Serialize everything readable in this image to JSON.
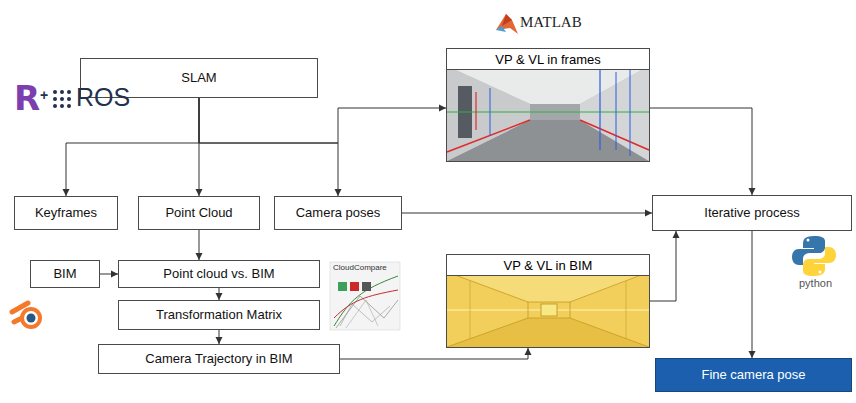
{
  "diagram": {
    "nodes": [
      {
        "text": [
          "SLAM"
        ]
      },
      {
        "text": [
          "Keyframes"
        ]
      },
      {
        "text": [
          "Point Cloud"
        ]
      },
      {
        "text": [
          "Camera poses"
        ]
      },
      {
        "text": [
          "BIM"
        ]
      },
      {
        "text": [
          "Point cloud vs. BIM"
        ]
      },
      {
        "text": [
          "Transformation Matrix"
        ]
      },
      {
        "text": [
          "Camera Trajectory in BIM"
        ]
      },
      {
        "text": [
          "VP & VL in frames"
        ]
      },
      {
        "text": [
          "VP & VL in BIM"
        ]
      },
      {
        "text": [
          "Iterative process"
        ]
      },
      {
        "text": [
          "Fine camera pose"
        ]
      }
    ],
    "edges": [
      {
        "from": 0,
        "to": 1,
        "arrow": "to"
      },
      {
        "from": 0,
        "to": 2,
        "arrow": "to"
      },
      {
        "from": 0,
        "to": 3,
        "arrow": "to"
      },
      {
        "from": 0,
        "to": 8,
        "arrow": "to"
      },
      {
        "from": 2,
        "to": 5,
        "arrow": "to"
      },
      {
        "from": 4,
        "to": 5,
        "arrow": "to"
      },
      {
        "from": 5,
        "to": 6,
        "arrow": "to"
      },
      {
        "from": 6,
        "to": 7,
        "arrow": "to"
      },
      {
        "from": 7,
        "to": 9,
        "arrow": "to"
      },
      {
        "from": 3,
        "to": 10,
        "arrow": "to"
      },
      {
        "from": 8,
        "to": 10,
        "arrow": "to"
      },
      {
        "from": 9,
        "to": 10,
        "arrow": "to"
      },
      {
        "from": 10,
        "to": 11,
        "arrow": "to"
      }
    ],
    "labels": [
      "MATLAB",
      "R",
      "+",
      "ROS",
      "CloudCompare",
      "python"
    ]
  }
}
